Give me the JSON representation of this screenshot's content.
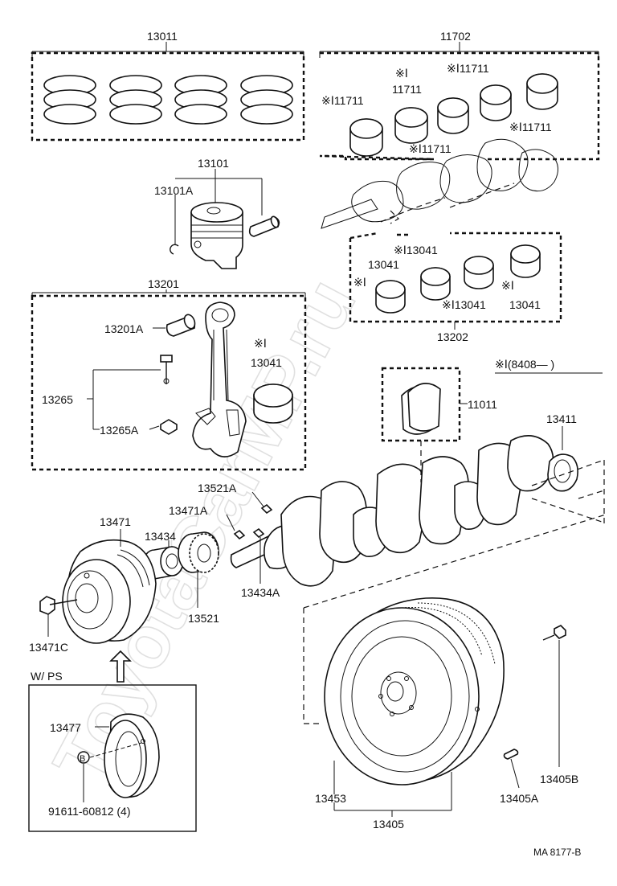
{
  "watermark": "ToyotaCarMP.ru",
  "labels": {
    "p13011": "13011",
    "p11702": "11702",
    "p11711_a": "※Ⅰ11711",
    "p11711_b_mark": "※Ⅰ",
    "p11711_b": "11711",
    "p11711_c": "※Ⅰ11711",
    "p11711_d": "※Ⅰ11711",
    "p11711_e": "※Ⅰ11711",
    "p13101": "13101",
    "p13101A": "13101A",
    "p13041_a": "※Ⅰ13041",
    "p13041_b_mark": "※Ⅰ",
    "p13041_b": "13041",
    "p13041_c": "※Ⅰ13041",
    "p13041_d_mark": "※Ⅰ",
    "p13041_d": "13041",
    "p13202": "13202",
    "p13201": "13201",
    "p13201A": "13201A",
    "p13041_e_mark": "※Ⅰ",
    "p13041_e": "13041",
    "p13265": "13265",
    "p13265A": "13265A",
    "note_8408": "※Ⅰ(8408—       )",
    "p11011": "11011",
    "p13411": "13411",
    "p13521A": "13521A",
    "p13471A": "13471A",
    "p13471": "13471",
    "p13434": "13434",
    "p13434A": "13434A",
    "p13521": "13521",
    "p13471C": "13471C",
    "wps": "W/ PS",
    "p13477": "13477",
    "bolt_b": "B",
    "p91611": "91611-60812 (4)",
    "p13453": "13453",
    "p13405": "13405",
    "p13405A": "13405A",
    "p13405B": "13405B",
    "code": "MA  8177-B"
  }
}
